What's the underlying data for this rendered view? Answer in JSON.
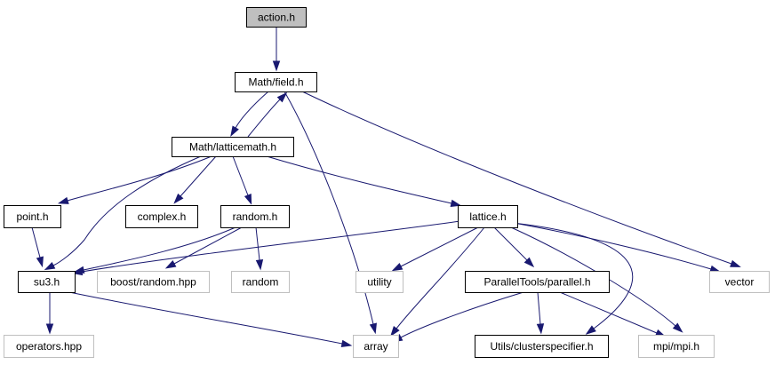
{
  "colors": {
    "edge": "#191970",
    "node_fill": "#ffffff",
    "node_border": "#000000",
    "external_border": "#bfbfbf",
    "focus_fill": "#bfbfbf",
    "text": "#000000"
  },
  "nodes": {
    "action_h": {
      "label": "action.h",
      "kind": "focus"
    },
    "math_field_h": {
      "label": "Math/field.h",
      "kind": "file"
    },
    "math_latticemath_h": {
      "label": "Math/latticemath.h",
      "kind": "file"
    },
    "point_h": {
      "label": "point.h",
      "kind": "file"
    },
    "complex_h": {
      "label": "complex.h",
      "kind": "file"
    },
    "random_h": {
      "label": "random.h",
      "kind": "file"
    },
    "lattice_h": {
      "label": "lattice.h",
      "kind": "file"
    },
    "su3_h": {
      "label": "su3.h",
      "kind": "file"
    },
    "boost_random_hpp": {
      "label": "boost/random.hpp",
      "kind": "external"
    },
    "random": {
      "label": "random",
      "kind": "external"
    },
    "utility": {
      "label": "utility",
      "kind": "external"
    },
    "paralleltools_parallel_h": {
      "label": "ParallelTools/parallel.h",
      "kind": "file"
    },
    "vector": {
      "label": "vector",
      "kind": "external"
    },
    "operators_hpp": {
      "label": "operators.hpp",
      "kind": "external"
    },
    "array": {
      "label": "array",
      "kind": "external"
    },
    "utils_clusterspecifier_h": {
      "label": "Utils/clusterspecifier.h",
      "kind": "file"
    },
    "mpi_mpi_h": {
      "label": "mpi/mpi.h",
      "kind": "external"
    }
  },
  "edges": [
    {
      "from": "action_h",
      "to": "math_field_h"
    },
    {
      "from": "math_field_h",
      "to": "math_latticemath_h"
    },
    {
      "from": "math_latticemath_h",
      "to": "math_field_h"
    },
    {
      "from": "math_field_h",
      "to": "array"
    },
    {
      "from": "math_field_h",
      "to": "vector"
    },
    {
      "from": "math_latticemath_h",
      "to": "point_h"
    },
    {
      "from": "math_latticemath_h",
      "to": "complex_h"
    },
    {
      "from": "math_latticemath_h",
      "to": "random_h"
    },
    {
      "from": "math_latticemath_h",
      "to": "lattice_h"
    },
    {
      "from": "math_latticemath_h",
      "to": "su3_h"
    },
    {
      "from": "point_h",
      "to": "su3_h"
    },
    {
      "from": "random_h",
      "to": "su3_h"
    },
    {
      "from": "random_h",
      "to": "boost_random_hpp"
    },
    {
      "from": "random_h",
      "to": "random"
    },
    {
      "from": "lattice_h",
      "to": "su3_h"
    },
    {
      "from": "lattice_h",
      "to": "utility"
    },
    {
      "from": "lattice_h",
      "to": "array"
    },
    {
      "from": "lattice_h",
      "to": "paralleltools_parallel_h"
    },
    {
      "from": "lattice_h",
      "to": "utils_clusterspecifier_h"
    },
    {
      "from": "lattice_h",
      "to": "mpi_mpi_h"
    },
    {
      "from": "lattice_h",
      "to": "vector"
    },
    {
      "from": "su3_h",
      "to": "operators_hpp"
    },
    {
      "from": "su3_h",
      "to": "array"
    },
    {
      "from": "paralleltools_parallel_h",
      "to": "array"
    },
    {
      "from": "paralleltools_parallel_h",
      "to": "utils_clusterspecifier_h"
    },
    {
      "from": "paralleltools_parallel_h",
      "to": "mpi_mpi_h"
    }
  ]
}
